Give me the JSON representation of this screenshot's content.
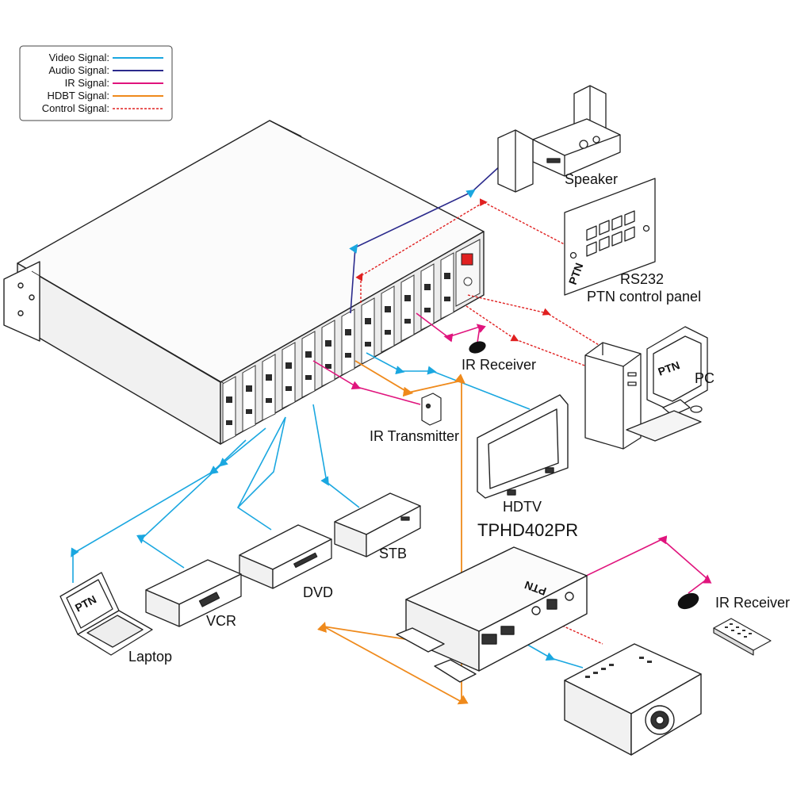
{
  "legend": {
    "items": [
      {
        "label": "Video Signal:",
        "color": "#1aa7e0",
        "style": "solid"
      },
      {
        "label": "Audio Signal:",
        "color": "#2b2a8c",
        "style": "solid"
      },
      {
        "label": "IR  Signal:",
        "color": "#e0147d",
        "style": "solid"
      },
      {
        "label": "HDBT  Signal:",
        "color": "#ef8a1c",
        "style": "solid"
      },
      {
        "label": "Control  Signal:",
        "color": "#e02020",
        "style": "dashed"
      }
    ]
  },
  "labels": {
    "speaker": "Speaker",
    "rs232_line1": "RS232",
    "rs232_line2": "PTN control panel",
    "ir_receiver_top": "IR Receiver",
    "pc": "PC",
    "ir_transmitter": "IR Transmitter",
    "hdtv": "HDTV",
    "receiver_model": "TPHD402PR",
    "stb": "STB",
    "dvd": "DVD",
    "vcr": "VCR",
    "laptop": "Laptop",
    "ir_receiver_bottom": "IR Receiver"
  },
  "brand": {
    "pc_screen": "PTN",
    "laptop_screen": "PTN",
    "panel": "PTN",
    "receiver_box": "PTN"
  },
  "colors": {
    "video": "#1aa7e0",
    "audio": "#2b2a8c",
    "ir": "#e0147d",
    "hdbt": "#ef8a1c",
    "control": "#e02020",
    "line_art": "#222222"
  },
  "icons": [
    "speaker-icon",
    "control-panel-icon",
    "pc-icon",
    "hdtv-icon",
    "ir-transmitter-icon",
    "ir-receiver-icon",
    "stb-icon",
    "dvd-icon",
    "vcr-icon",
    "laptop-icon",
    "receiver-box-icon",
    "projector-icon",
    "remote-icon"
  ]
}
